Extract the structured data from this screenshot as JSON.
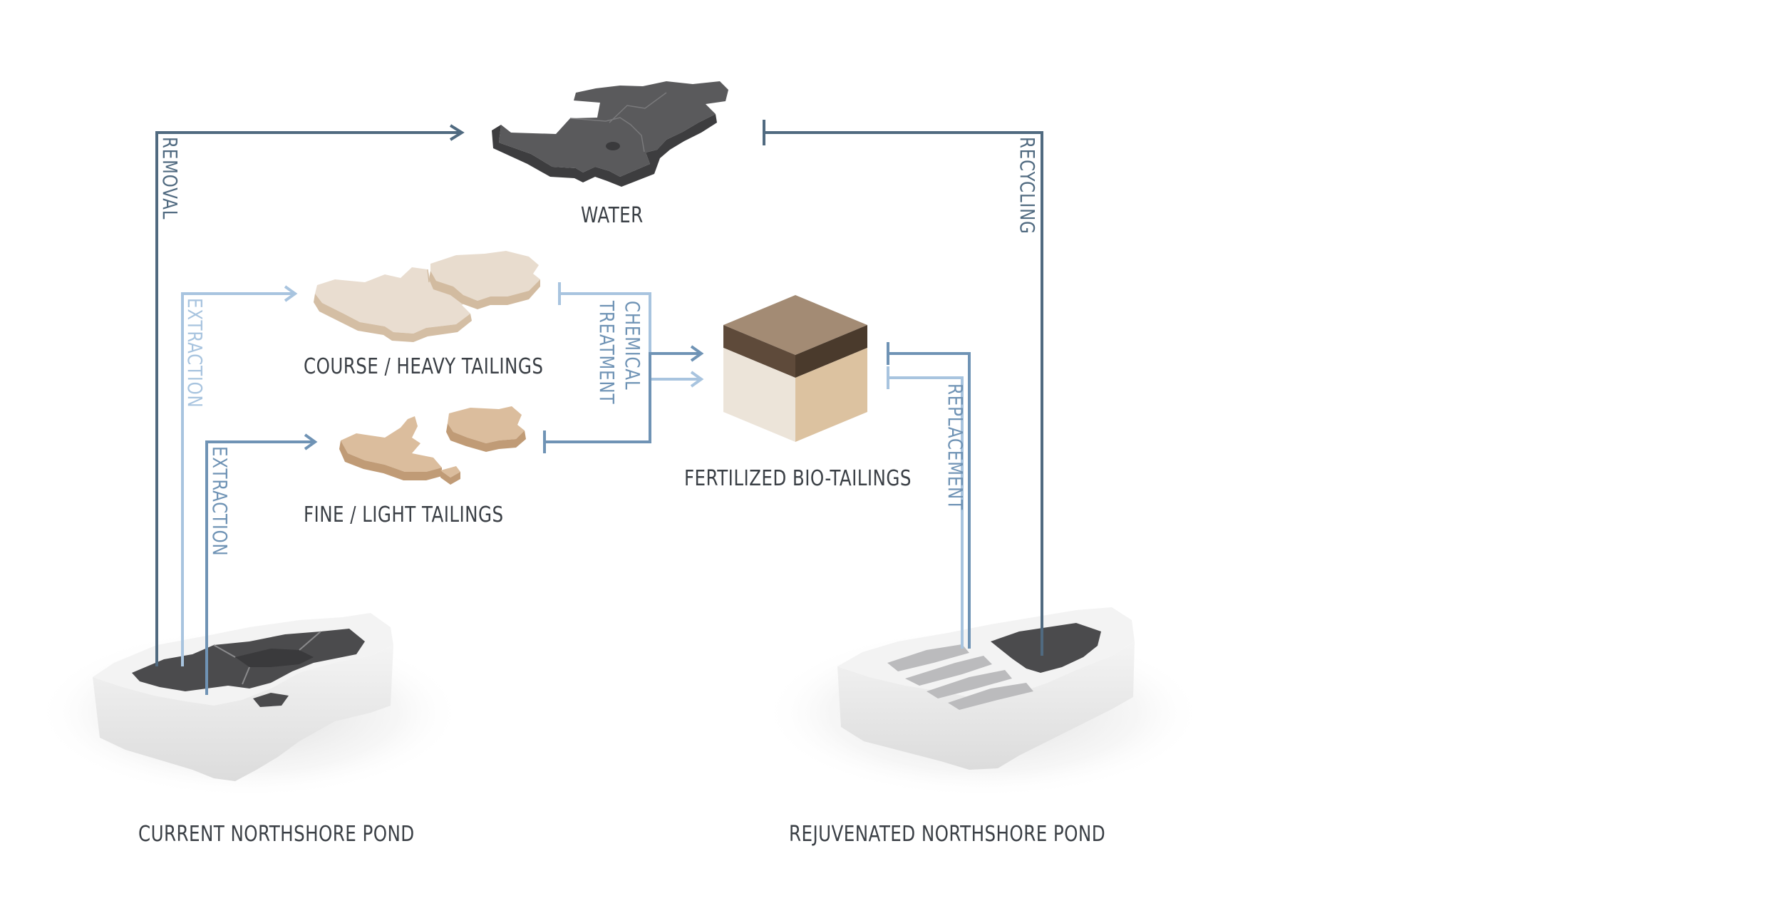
{
  "labels": {
    "water": "WATER",
    "course_heavy": "COURSE / HEAVY TAILINGS",
    "fine_light": "FINE / LIGHT TAILINGS",
    "fertilized": "FERTILIZED BIO-TAILINGS",
    "current_pond": "CURRENT NORTHSHORE POND",
    "rejuvenated_pond": "REJUVENATED NORTHSHORE POND"
  },
  "flows": {
    "removal": "REMOVAL",
    "recycling": "RECYCLING",
    "extraction_course": "EXTRACTION",
    "extraction_fine": "EXTRACTION",
    "chemical_1": "CHEMICAL",
    "chemical_2": "TREATMENT",
    "replacement": "REPLACEMENT"
  },
  "colors": {
    "dark_flow": "#506a80",
    "light_flow": "#a8c4df",
    "mid_flow": "#6f93b5",
    "water_fill": "#555557",
    "course_fill": "#e9dccd",
    "fine_fill": "#dcbd9d",
    "soil_top": "#9a8470",
    "soil_band": "#5e4a3a",
    "box_light": "#ece4da",
    "box_tan": "#dcc3a3",
    "pond_base": "#eeeeee",
    "pond_dark": "#4a4a4c"
  }
}
